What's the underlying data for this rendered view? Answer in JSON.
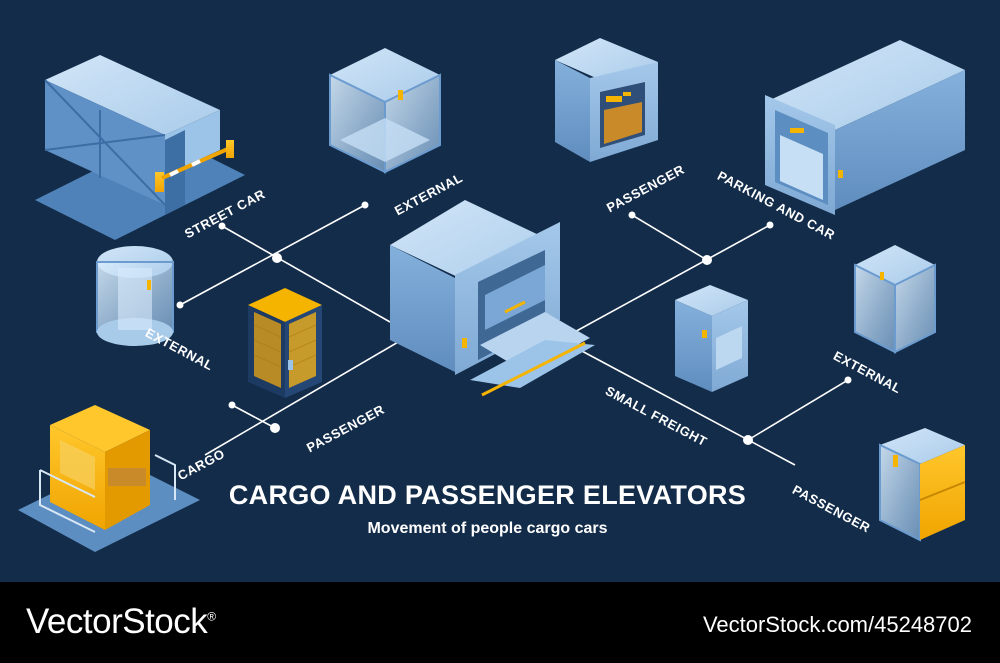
{
  "title": "CARGO AND PASSENGER ELEVATORS",
  "subtitle": "Movement of people  cargo  cars",
  "labels": {
    "street_car": "STREET CAR",
    "external_top": "EXTERNAL",
    "passenger_top": "PASSENGER",
    "parking_and_car": "PARKING AND CAR",
    "external_left": "EXTERNAL",
    "passenger_mid": "PASSENGER",
    "cargo": "CARGO",
    "small_freight": "SMALL FREIGHT",
    "external_right": "EXTERNAL",
    "passenger_right": "PASSENGER"
  },
  "footer": {
    "brand": "VectorStock",
    "registered": "®",
    "image_id": "VectorStock.com/45248702"
  },
  "colors": {
    "background": "#132c4a",
    "connector": "#ffffff",
    "elevator_body": "#9cc3e8",
    "accent": "#f5b400"
  }
}
